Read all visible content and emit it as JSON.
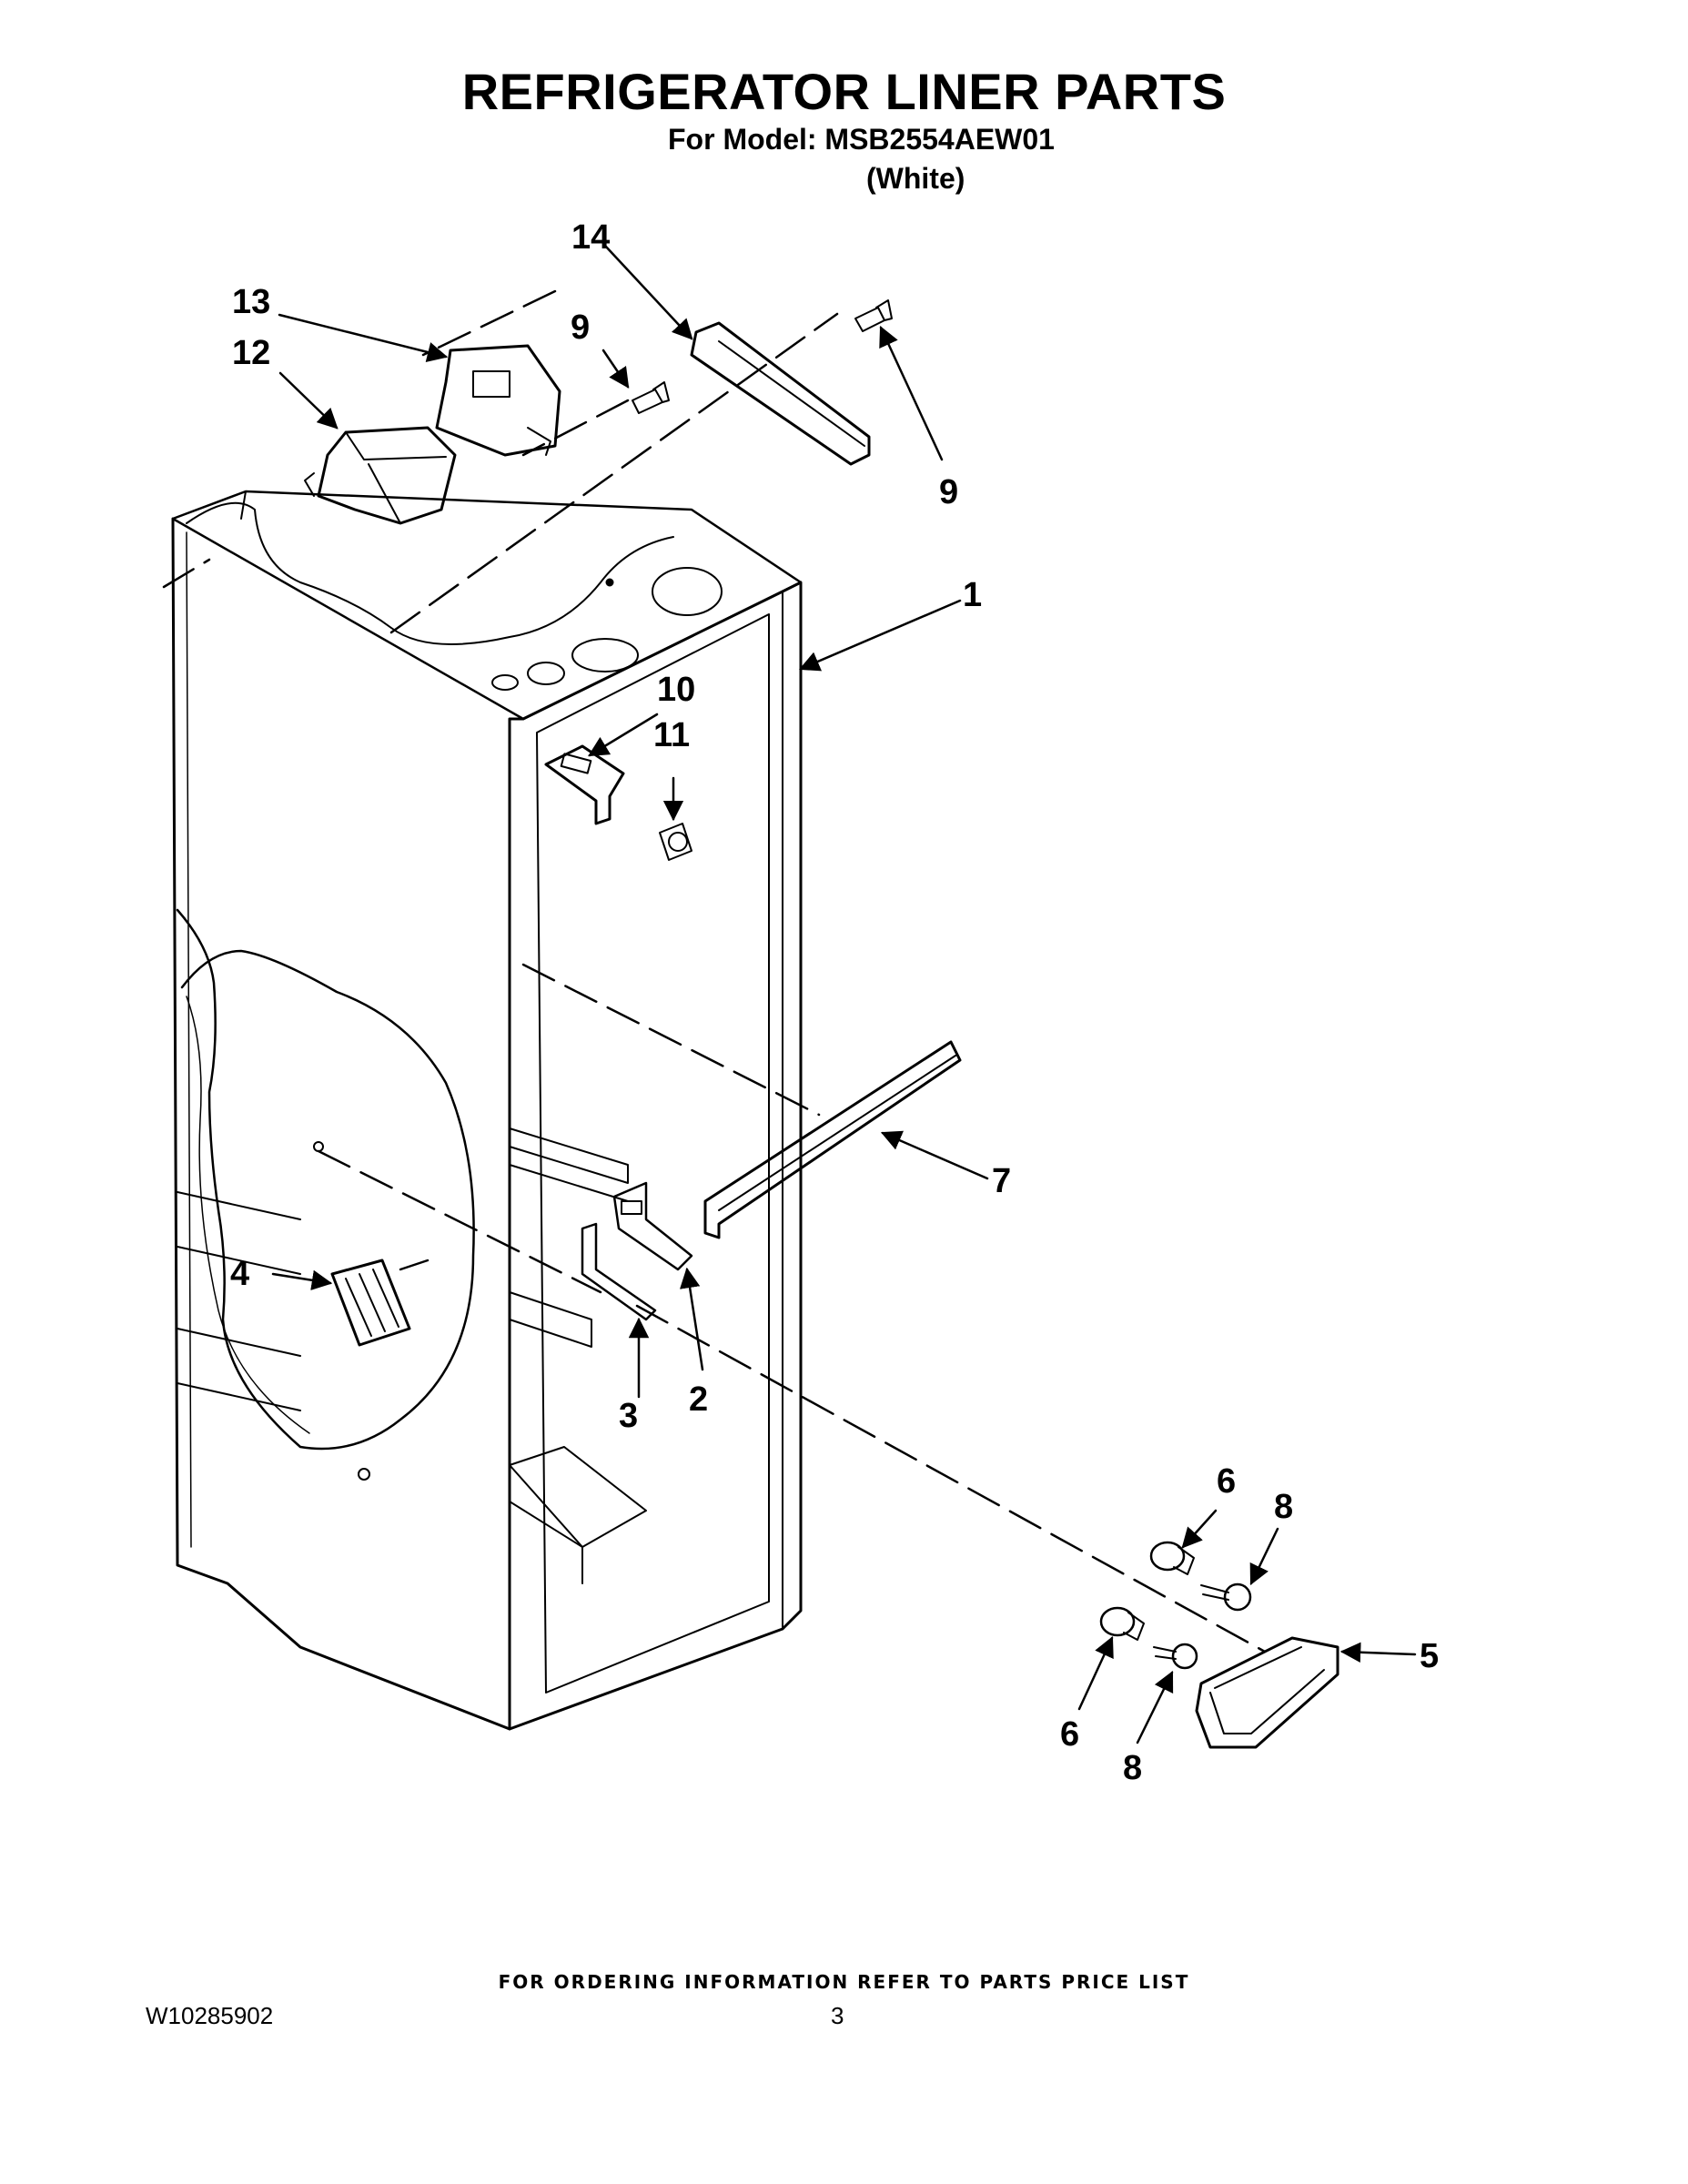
{
  "header": {
    "title": "REFRIGERATOR LINER PARTS",
    "model_line": "For Model: MSB2554AEW01",
    "color_note": "(White)"
  },
  "callouts": {
    "c1": "1",
    "c2": "2",
    "c3": "3",
    "c4": "4",
    "c5": "5",
    "c6a": "6",
    "c6b": "6",
    "c7": "7",
    "c8a": "8",
    "c8b": "8",
    "c9a": "9",
    "c9b": "9",
    "c10": "10",
    "c11": "11",
    "c12": "12",
    "c13": "13",
    "c14": "14"
  },
  "footer": {
    "ordering_note": "FOR ORDERING INFORMATION REFER TO PARTS PRICE LIST",
    "doc_number": "W10285902",
    "page_number": "3"
  }
}
